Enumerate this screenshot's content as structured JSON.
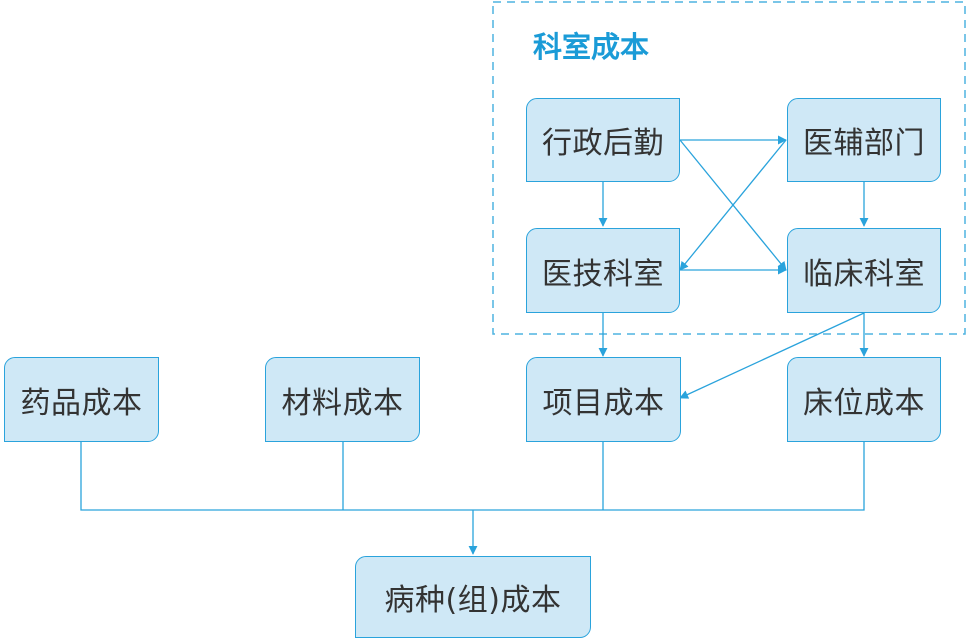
{
  "group": {
    "title": "科室成本"
  },
  "nodes": {
    "admin": "行政后勤",
    "med_support": "医辅部门",
    "med_tech": "医技科室",
    "clinical": "临床科室",
    "drug": "药品成本",
    "material": "材料成本",
    "project": "项目成本",
    "bed": "床位成本",
    "disease": "病种(组)成本"
  },
  "colors": {
    "node_fill": "#cfe8f6",
    "node_border": "#2aa3dc",
    "connector": "#2aa3dc",
    "group_border": "#4fb3e0",
    "group_title": "#1a9bd7",
    "text": "#333333"
  }
}
